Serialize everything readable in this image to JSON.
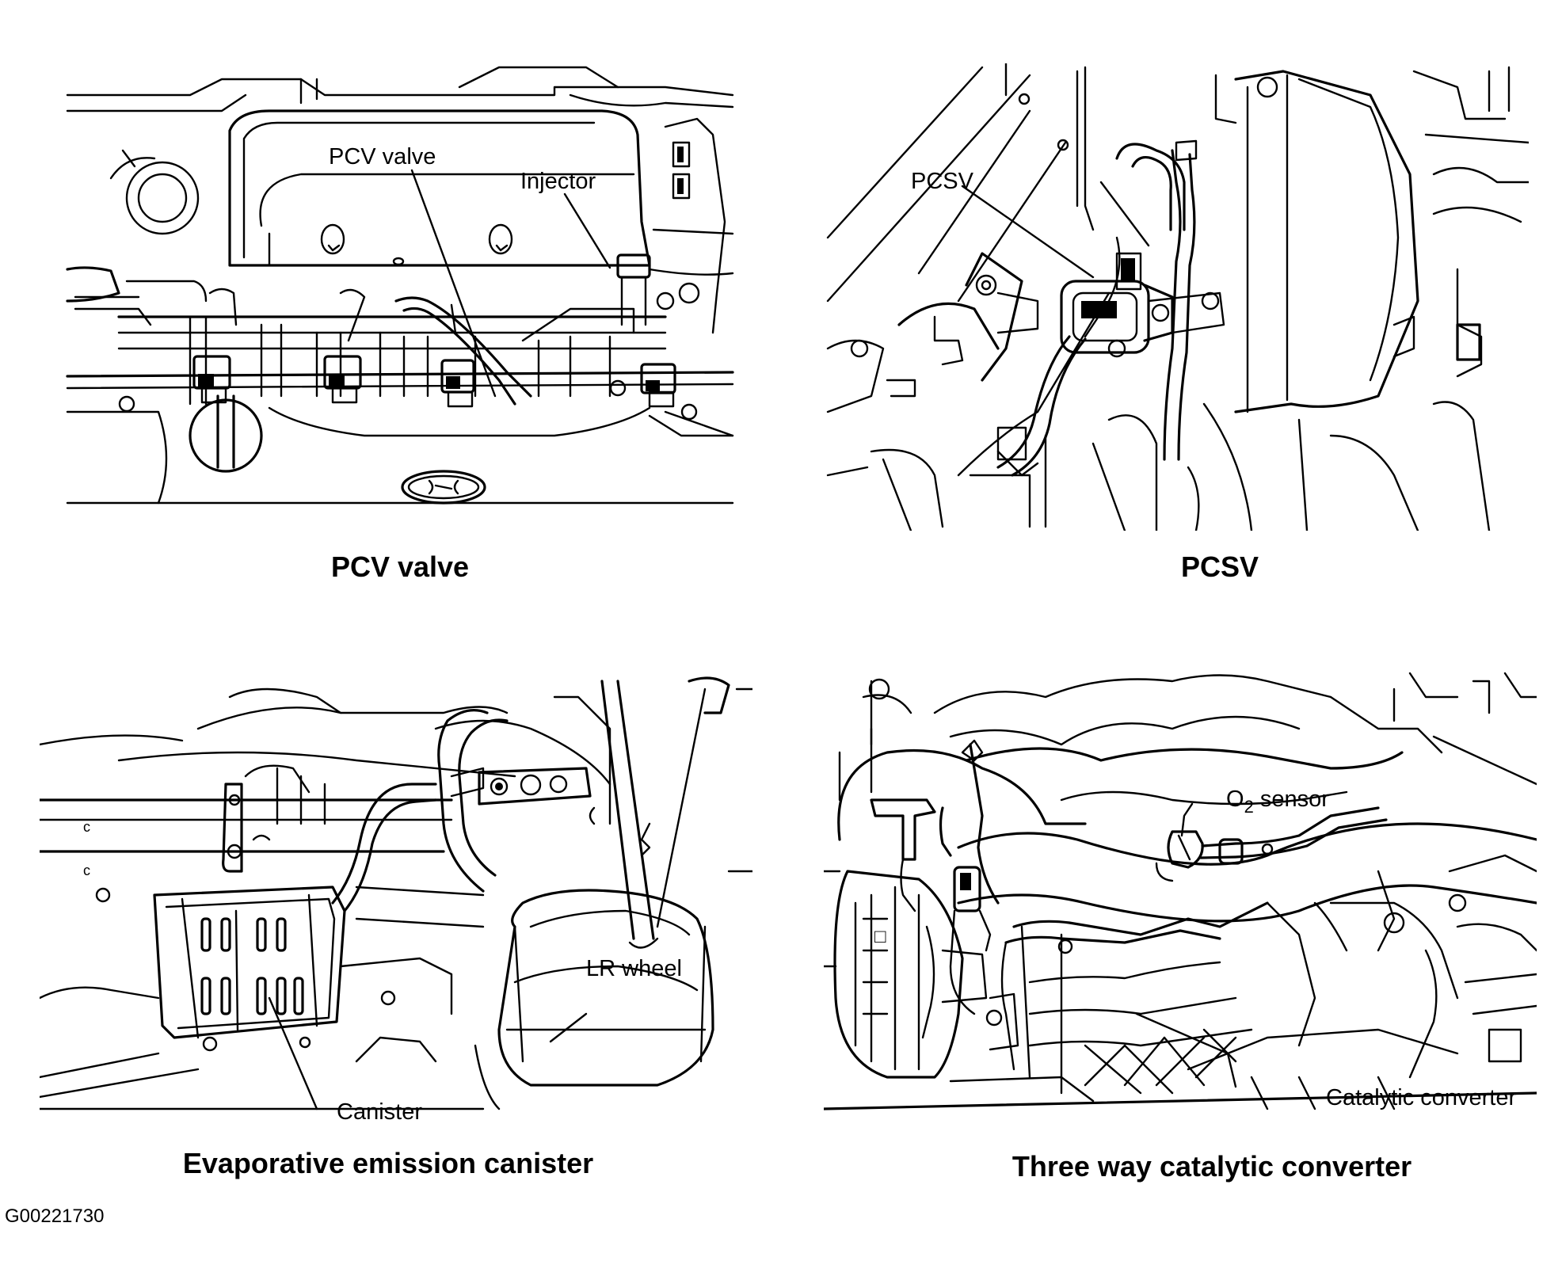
{
  "figure_code": "G00221730",
  "panels": [
    {
      "caption": "PCV valve",
      "callouts": [
        "PCV valve",
        "Injector"
      ]
    },
    {
      "caption": "PCSV",
      "callouts": [
        "PCSV"
      ]
    },
    {
      "caption": "Evaporative emission canister",
      "callouts": [
        "Canister",
        "LR wheel"
      ]
    },
    {
      "caption": "Three way catalytic converter",
      "callouts": [
        "O",
        "2",
        " sensor",
        "Catalytic converter"
      ]
    }
  ]
}
